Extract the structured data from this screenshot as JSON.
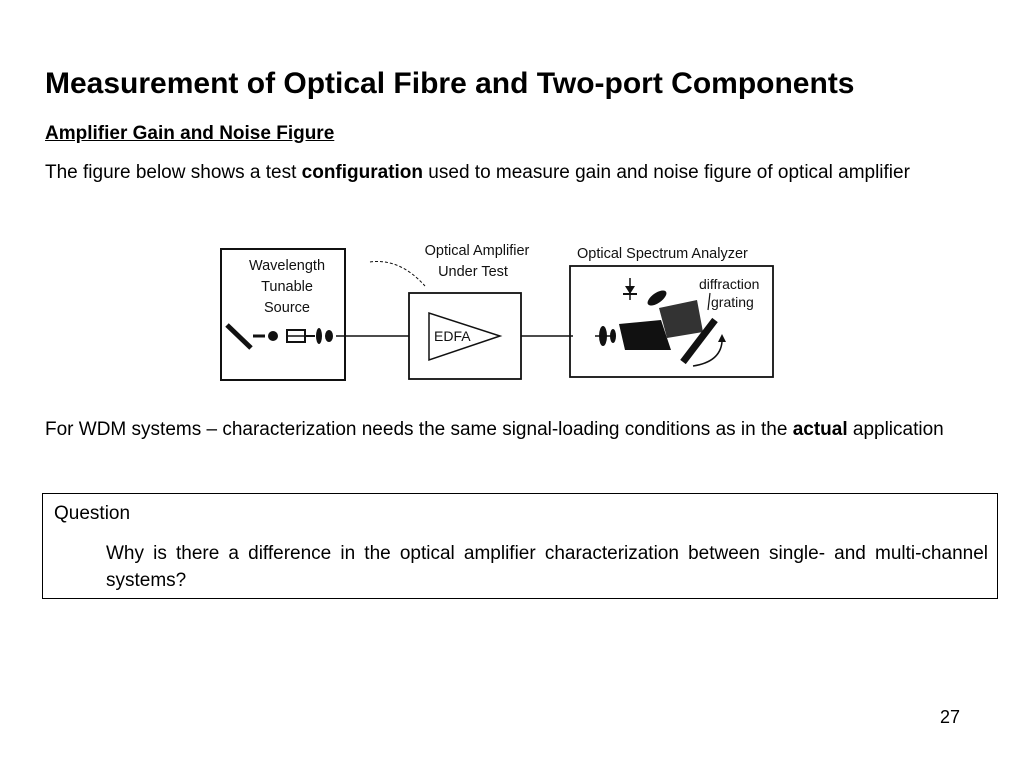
{
  "slide": {
    "title": "Measurement of Optical Fibre and Two-port Components",
    "section_heading": "Amplifier Gain and Noise Figure",
    "paragraph1": {
      "before": "The figure below shows a test ",
      "bold": "configuration",
      "after": " used to measure gain and noise figure of optical amplifier"
    },
    "figure": {
      "source_label_lines": [
        "Wavelength",
        "Tunable",
        "Source"
      ],
      "amplifier_label_lines": [
        "Optical Amplifier",
        "Under Test"
      ],
      "amplifier_block": "EDFA",
      "analyzer_label": "Optical Spectrum Analyzer",
      "grating_label_lines": [
        "diffraction",
        "grating"
      ]
    },
    "paragraph2": {
      "before": "For WDM systems – characterization needs the same signal-loading conditions as in the ",
      "bold": "actual",
      "after": " application"
    },
    "question": {
      "title": "Question",
      "text": "Why is there a difference in the optical amplifier characterization between single- and multi-channel systems?"
    },
    "page_number": "27"
  }
}
